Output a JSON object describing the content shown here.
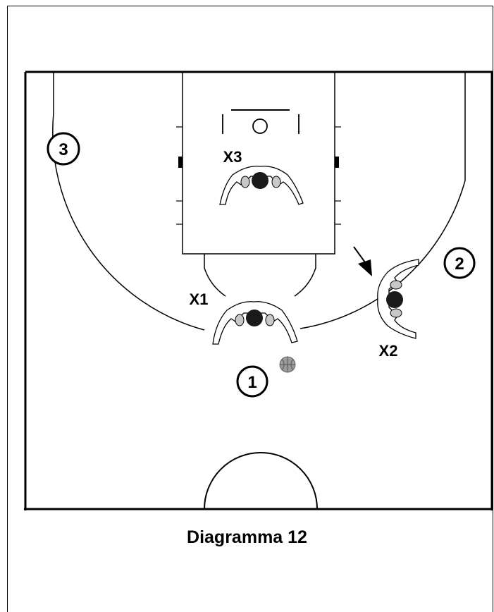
{
  "players": {
    "offense": [
      {
        "label": "1"
      },
      {
        "label": "2"
      },
      {
        "label": "3"
      }
    ],
    "defense": [
      {
        "label": "X1"
      },
      {
        "label": "X2"
      },
      {
        "label": "X3"
      }
    ]
  },
  "caption": "Diagramma 12"
}
